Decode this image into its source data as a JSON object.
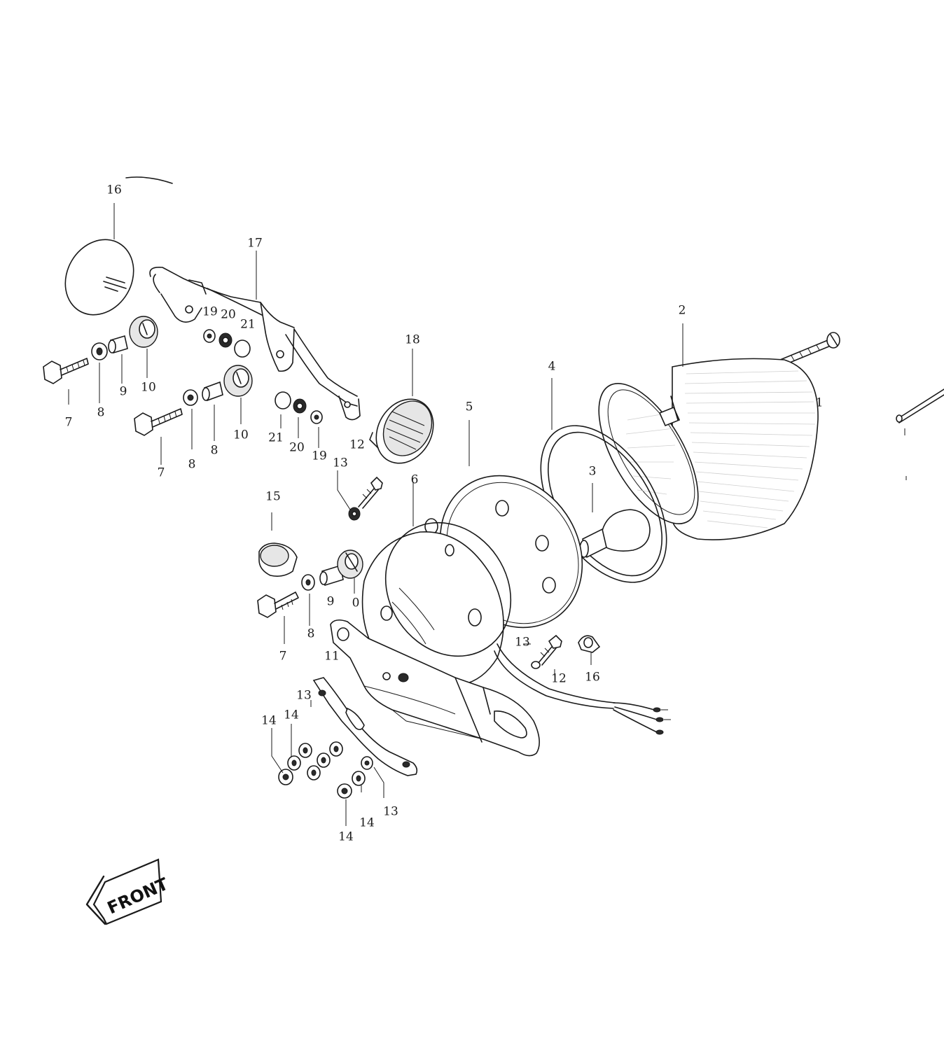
{
  "diagram": {
    "direction_label": "FRONT",
    "callouts": [
      {
        "id": "c16a",
        "text": "16"
      },
      {
        "id": "c17",
        "text": "17"
      },
      {
        "id": "c19a",
        "text": "19"
      },
      {
        "id": "c20a",
        "text": "20"
      },
      {
        "id": "c21a",
        "text": "21"
      },
      {
        "id": "c10a",
        "text": "10"
      },
      {
        "id": "c9a",
        "text": "9"
      },
      {
        "id": "c8a",
        "text": "8"
      },
      {
        "id": "c7a",
        "text": "7"
      },
      {
        "id": "c7b",
        "text": "7"
      },
      {
        "id": "c8b",
        "text": "8"
      },
      {
        "id": "c9b",
        "text": "8"
      },
      {
        "id": "c10b",
        "text": "10"
      },
      {
        "id": "c21b",
        "text": "21"
      },
      {
        "id": "c20b",
        "text": "20"
      },
      {
        "id": "c19b",
        "text": "19"
      },
      {
        "id": "c18",
        "text": "18"
      },
      {
        "id": "c12a",
        "text": "12"
      },
      {
        "id": "c13a",
        "text": "13"
      },
      {
        "id": "c2",
        "text": "2"
      },
      {
        "id": "c1",
        "text": "1"
      },
      {
        "id": "c4",
        "text": "4"
      },
      {
        "id": "c5",
        "text": "5"
      },
      {
        "id": "c3",
        "text": "3"
      },
      {
        "id": "c6",
        "text": "6"
      },
      {
        "id": "c15",
        "text": "15"
      },
      {
        "id": "c9c",
        "text": "9"
      },
      {
        "id": "c10c",
        "text": "0"
      },
      {
        "id": "c8c",
        "text": "8"
      },
      {
        "id": "c7c",
        "text": "7"
      },
      {
        "id": "c11",
        "text": "11"
      },
      {
        "id": "c13b",
        "text": "13"
      },
      {
        "id": "c12b",
        "text": "12"
      },
      {
        "id": "c16b",
        "text": "16"
      },
      {
        "id": "c13c",
        "text": "13"
      },
      {
        "id": "c14a",
        "text": "14"
      },
      {
        "id": "c14b",
        "text": "14"
      },
      {
        "id": "c13d",
        "text": "13"
      },
      {
        "id": "c14c",
        "text": "14"
      },
      {
        "id": "c14d",
        "text": "14"
      }
    ]
  }
}
